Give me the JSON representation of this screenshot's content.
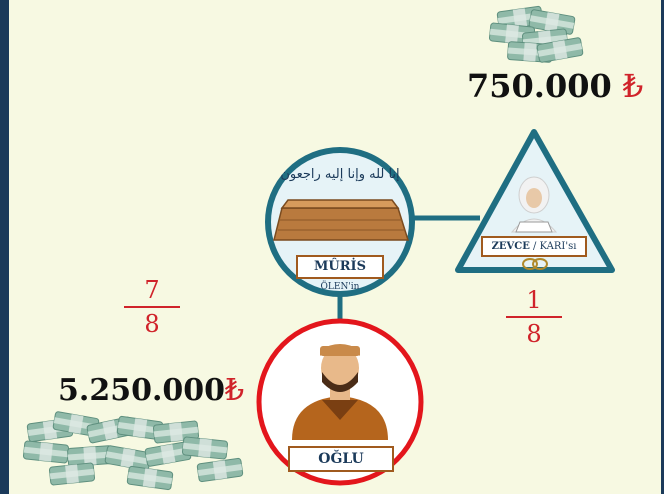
{
  "wife": {
    "share_amount": "750.000",
    "currency_symbol": "₺",
    "label_bold": "ZEVCE",
    "label_rest": " / KARI'sı",
    "fraction": {
      "numerator": "1",
      "denominator": "8"
    }
  },
  "deceased": {
    "label": "MÛRİS",
    "sublabel": "ÖLEN'in",
    "calligraphy": "إنا لله وإنا إليه راجعون"
  },
  "son": {
    "share_amount": "5.250.000",
    "currency_symbol": "₺",
    "label": "OĞLU",
    "fraction": {
      "numerator": "7",
      "denominator": "8"
    }
  },
  "colors": {
    "frame": "#1b3a5a",
    "connector": "#1f6e82",
    "accent_red": "#d0232a",
    "background": "#f7f9e2",
    "money_green": "#8fb9a8"
  }
}
